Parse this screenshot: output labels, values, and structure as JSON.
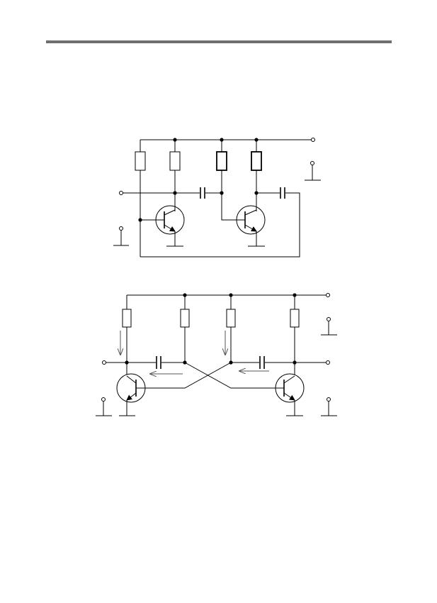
{
  "page": {
    "background": "#ffffff",
    "rule_color": "#6e6e6e",
    "ink_color": "#000000",
    "arrow_color": "#555555"
  },
  "figures": [
    {
      "kind": "two-stage transistor circuit with capacitor coupling and feedback",
      "transistors": 2,
      "resistors": 4,
      "capacitors": 2
    },
    {
      "kind": "cross-coupled two-transistor circuit with current arrows",
      "transistors": 2,
      "resistors": 4,
      "capacitors": 2,
      "arrows": 4
    }
  ]
}
